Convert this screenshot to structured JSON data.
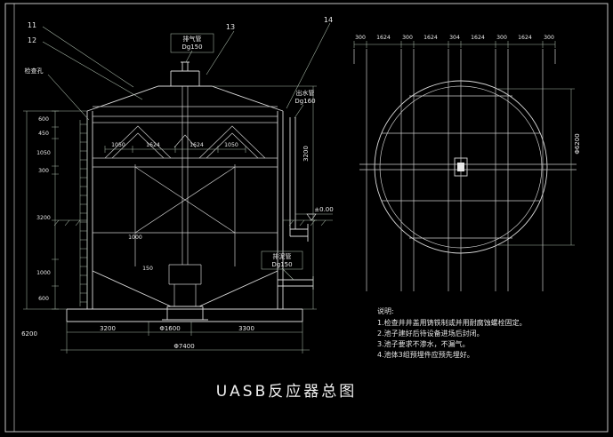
{
  "window": {
    "title": "UASB反应器总图"
  },
  "callouts": {
    "n11": "11",
    "n12": "12",
    "n13": "13",
    "n14": "14"
  },
  "elevation": {
    "labels": {
      "vent_pipe_name": "排气管",
      "vent_pipe_size": "Dg150",
      "inspection_hole": "检查孔",
      "outlet_pipe_name": "出水管",
      "outlet_pipe_size": "Dg160",
      "sludge_pipe_name": "排泥管",
      "sludge_pipe_size": "Dg150",
      "ground_elevation": "±0.00"
    },
    "dims": {
      "left_chain": [
        "600",
        "450",
        "1050",
        "300",
        "3200",
        "1000",
        "600"
      ],
      "overall_height": "6200",
      "separator_row": [
        "1050",
        "1624",
        "1624",
        "1050"
      ],
      "right_depth": "3200",
      "inner_width": "1000",
      "inner_offset": "150",
      "bottom_row": [
        "3200",
        "Φ1600",
        "3300"
      ],
      "overall_diameter": "Φ7400"
    }
  },
  "plan": {
    "top_chain": [
      "300",
      "1624",
      "300",
      "1624",
      "304",
      "1624",
      "300",
      "1624",
      "300"
    ],
    "diameter": "Φ6200"
  },
  "notes": {
    "heading": "说明:",
    "items": [
      "1.检查井井盖用铸铁制或并用耐腐蚀螺栓固定。",
      "2.池子建好后待设备进场后封闭。",
      "3.池子要求不渗水，不漏气。",
      "4.池体3组预埋件应预先埋好。"
    ]
  },
  "title_block": {
    "drawing_title": "UASB反应器总图"
  },
  "colors": {
    "background": "#000000",
    "line": "#d9d9d9",
    "text": "#eaeaea"
  }
}
